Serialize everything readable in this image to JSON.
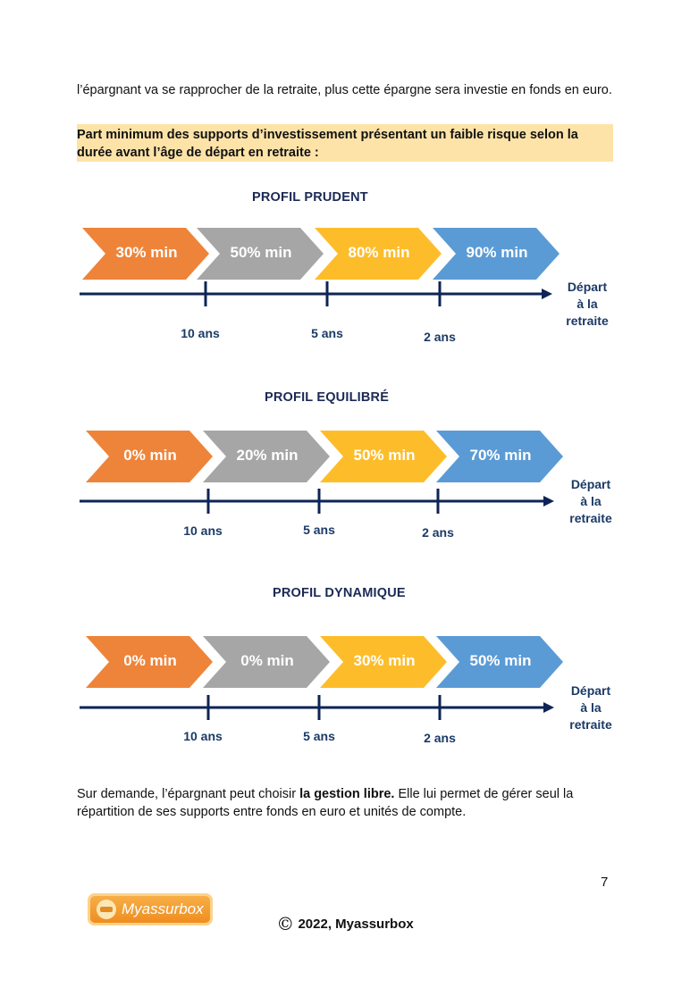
{
  "intro": {
    "text": "l’épargnant va se rapprocher de la retraite, plus cette épargne sera investie en fonds en euro."
  },
  "highlight": {
    "text": "Part minimum des supports d’investissement présentant un faible risque selon la durée avant l’âge de départ en retraite :"
  },
  "colors": {
    "orange": "#ee843a",
    "grey": "#a6a6a6",
    "yellow": "#fdbd2b",
    "blue": "#5b9bd5",
    "axis": "#0e2456"
  },
  "profiles": [
    {
      "title": "PROFIL PRUDENT",
      "segments": [
        "30% min",
        "50% min",
        "80% min",
        "90% min"
      ],
      "ticks": [
        "10 ans",
        "5 ans",
        "2 ans"
      ],
      "end": [
        "Départ",
        "à la",
        "retraite"
      ]
    },
    {
      "title": "PROFIL EQUILIBRÉ",
      "segments": [
        "0% min",
        "20% min",
        "50% min",
        "70% min"
      ],
      "ticks": [
        "10 ans",
        "5 ans",
        "2 ans"
      ],
      "end": [
        "Départ",
        "à la",
        "retraite"
      ]
    },
    {
      "title": "PROFIL DYNAMIQUE",
      "segments": [
        "0% min",
        "0% min",
        "30% min",
        "50% min"
      ],
      "ticks": [
        "10 ans",
        "5 ans",
        "2 ans"
      ],
      "end": [
        "Départ",
        "à la",
        "retraite"
      ]
    }
  ],
  "outro": {
    "prefix": "Sur demande, l’épargnant peut choisir ",
    "bold": "la gestion libre.",
    "suffix": " Elle lui permet de gérer seul la répartition de ses supports entre fonds en euro et unités de compte."
  },
  "page_number": "7",
  "logo": {
    "text": "Myassurbox",
    "icon": "graduation-cap-icon"
  },
  "footer": {
    "symbol": "©",
    "text": " 2022, Myassurbox"
  }
}
